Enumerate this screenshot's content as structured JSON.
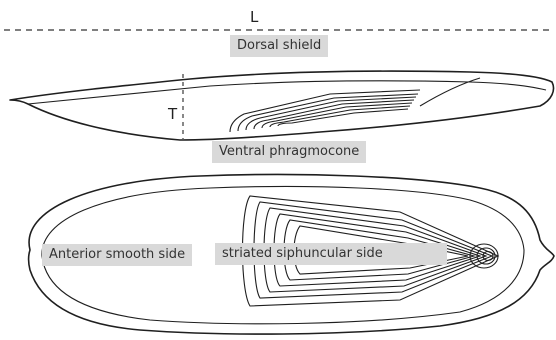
{
  "labels": {
    "length": "L",
    "thickness": "T",
    "dorsal_shield": "Dorsal shield",
    "ventral_phragmocone": "Ventral phragmocone",
    "anterior_smooth_side": "Anterior smooth side",
    "striated_siphuncular_side": "striated siphuncular side"
  },
  "colors": {
    "line": "#1f1f1f",
    "label_background": "#d9d9d9",
    "dashed_line": "#555555"
  }
}
